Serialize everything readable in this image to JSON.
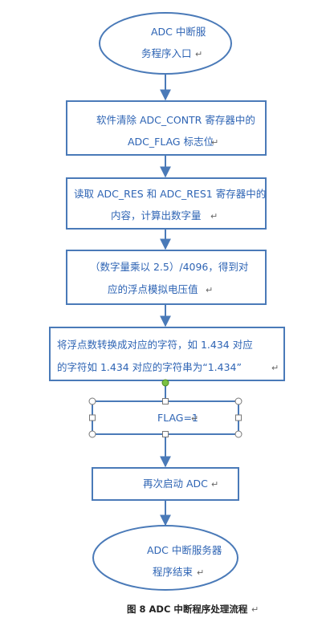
{
  "diagram": {
    "start": {
      "lines": [
        "ADC 中断服",
        "务程序入口"
      ]
    },
    "step1": {
      "lines": [
        "软件清除 ADC_CONTR 寄存器中的",
        "ADC_FLAG 标志位"
      ]
    },
    "step2": {
      "lines": [
        "读取 ADC_RES 和 ADC_RES1 寄存器中的",
        "内容，计算出数字量"
      ]
    },
    "step3": {
      "lines": [
        "（数字量乘以 2.5）/4096，得到对",
        "应的浮点模拟电压值"
      ]
    },
    "step4": {
      "lines": [
        "将浮点数转换成对应的字符，如 1.434 对应",
        "的字符如 1.434 对应的字符串为“1.434”"
      ]
    },
    "step5": {
      "lines": [
        "FLAG=1"
      ]
    },
    "step6": {
      "lines": [
        "再次启动 ADC"
      ]
    },
    "end": {
      "lines": [
        "ADC 中断服务器",
        "程序结束"
      ]
    },
    "caption": "图  8 ADC 中断程序处理流程"
  },
  "colors": {
    "stroke": "#4a7ab8",
    "text": "#2e64b4",
    "handle_green": "#7ac143"
  }
}
